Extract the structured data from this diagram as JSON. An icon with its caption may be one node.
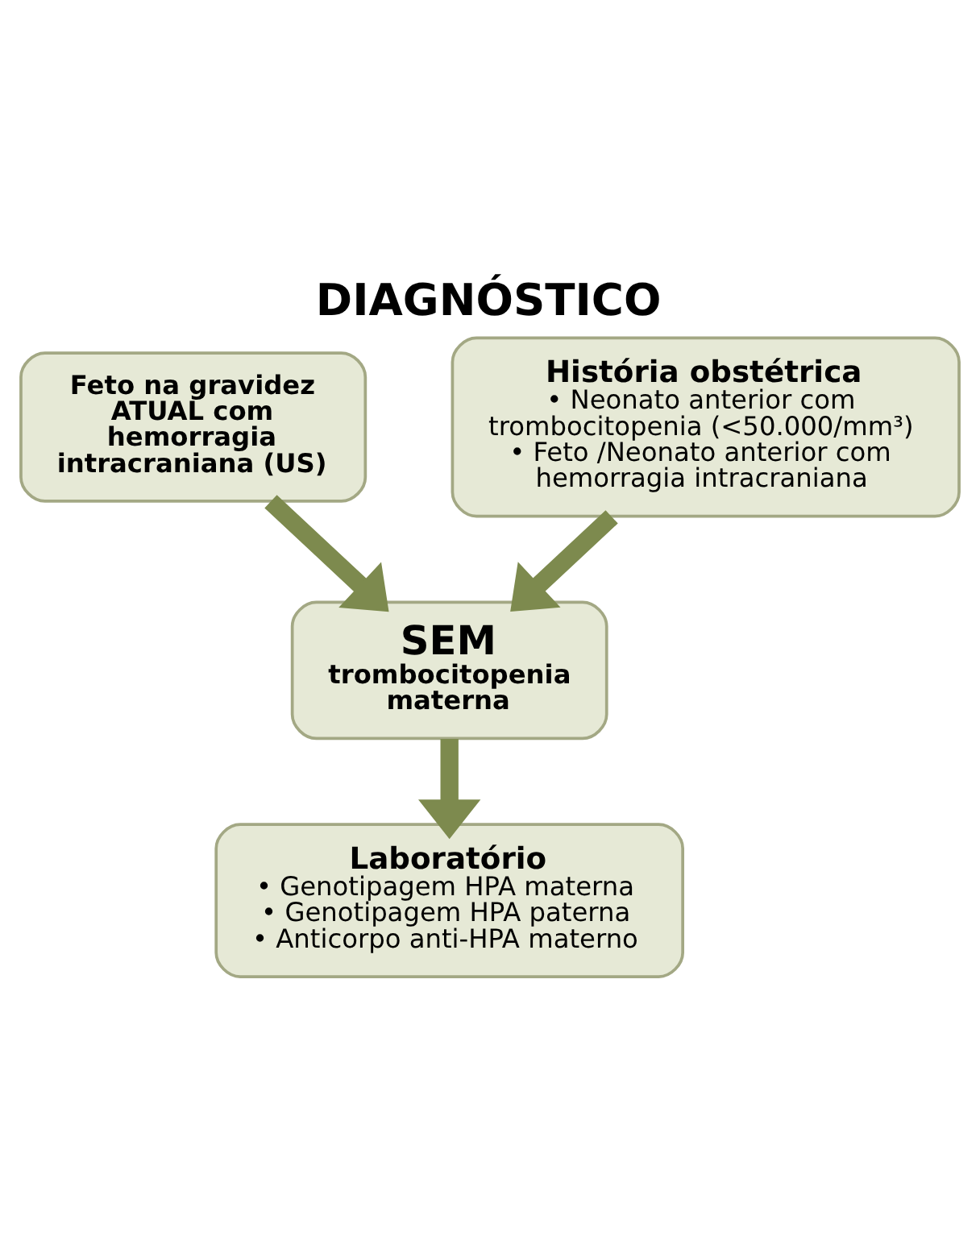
{
  "diagram": {
    "title": "DIAGNÓSTICO",
    "nodes": [
      {
        "text": [
          "História obstétrica",
          "• Neonato anterior com trombocitopenia (<50.000/mm³)",
          "• Feto /Neonato anterior com hemorragia intracraniana"
        ]
      },
      {
        "text": [
          "Feto na gravidez ATUAL com hemorragia intracraniana (US)"
        ]
      },
      {
        "text": [
          "SEM",
          "trombocitopenia materna"
        ]
      },
      {
        "text": [
          "Laboratório",
          "• Genotipagem HPA materna",
          "• Genotipagem HPA paterna",
          "• Anticorpo anti-HPA materno"
        ]
      }
    ],
    "edges": [
      {
        "from": 0,
        "to": 2,
        "arrow": "to"
      },
      {
        "from": 1,
        "to": 2,
        "arrow": "to"
      },
      {
        "from": 2,
        "to": 3,
        "arrow": "to"
      }
    ]
  }
}
